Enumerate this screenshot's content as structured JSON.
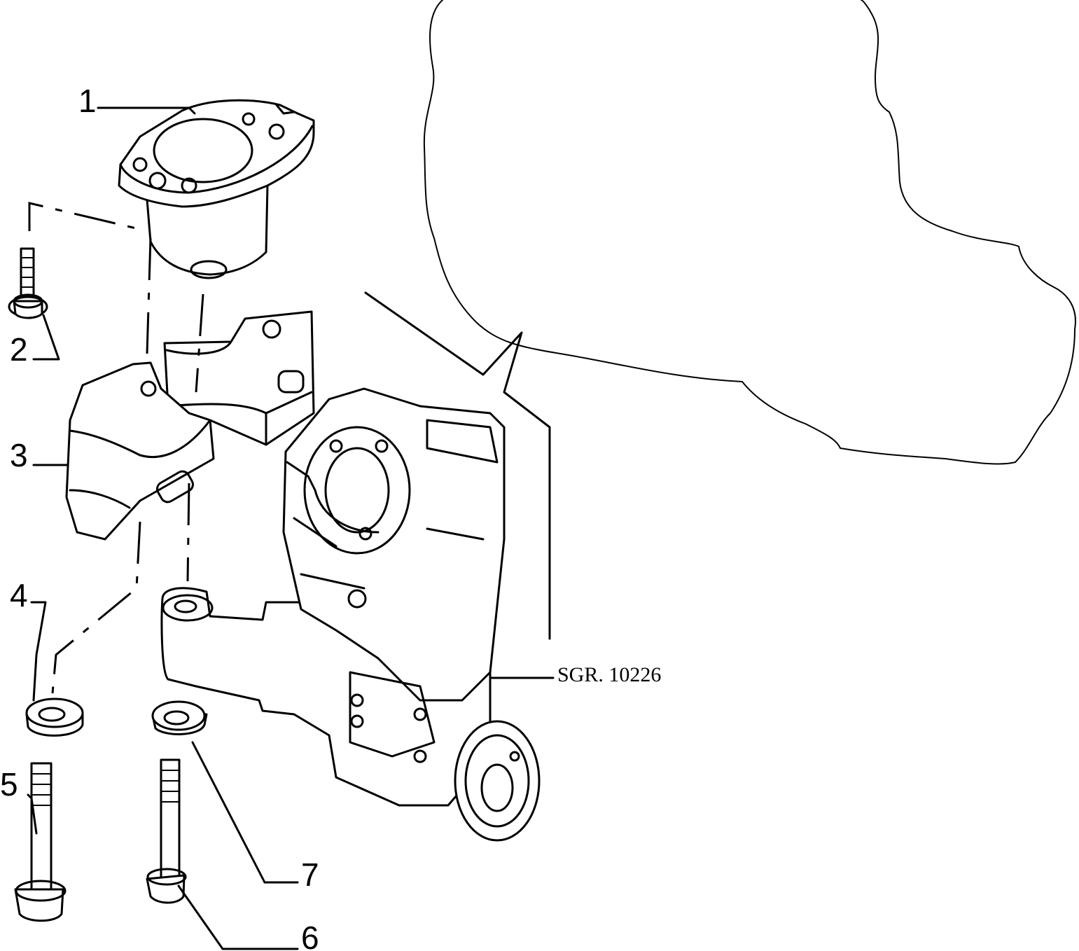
{
  "callouts": [
    {
      "id": "1",
      "label": "1"
    },
    {
      "id": "2",
      "label": "2"
    },
    {
      "id": "3",
      "label": "3"
    },
    {
      "id": "4",
      "label": "4"
    },
    {
      "id": "5",
      "label": "5"
    },
    {
      "id": "6",
      "label": "6"
    },
    {
      "id": "7",
      "label": "7"
    }
  ],
  "reference": "SGR. 10226"
}
